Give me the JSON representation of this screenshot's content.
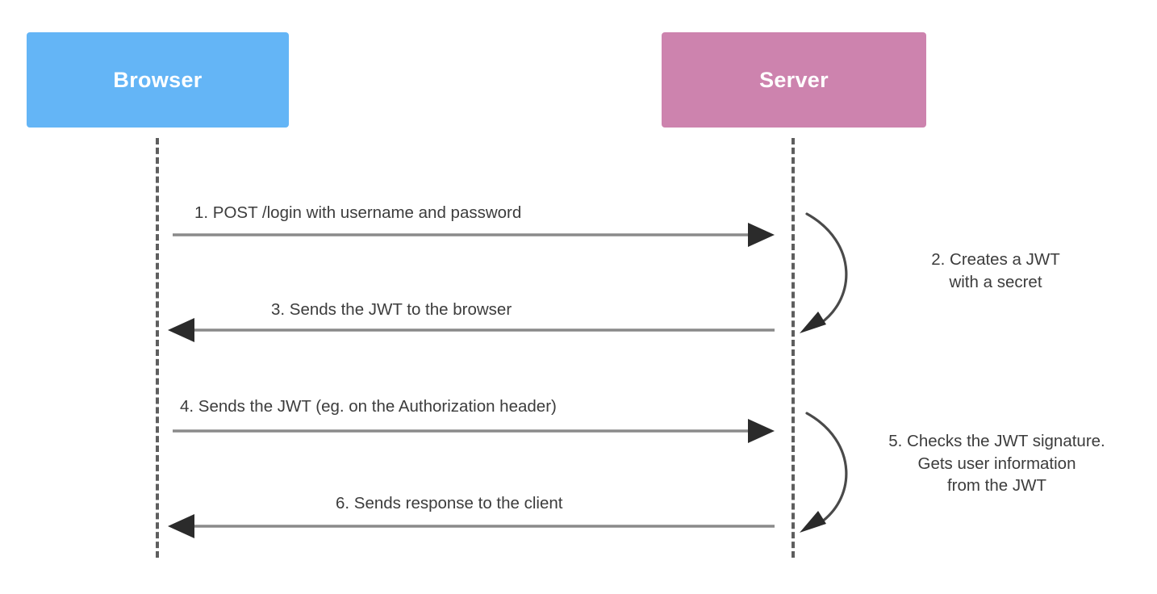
{
  "diagram": {
    "type": "sequence-diagram",
    "title": "JWT authentication flow between Browser and Server",
    "participants": [
      {
        "id": "browser",
        "label": "Browser",
        "color": "#64b5f6"
      },
      {
        "id": "server",
        "label": "Server",
        "color": "#cd83ae"
      }
    ],
    "messages": [
      {
        "number": "1",
        "label": "1. POST /login with username and password",
        "from": "browser",
        "to": "server",
        "direction": "right"
      },
      {
        "number": "3",
        "label": "3. Sends the JWT to the browser",
        "from": "server",
        "to": "browser",
        "direction": "left"
      },
      {
        "number": "4",
        "label": "4. Sends the JWT (eg. on the Authorization header)",
        "from": "browser",
        "to": "server",
        "direction": "right"
      },
      {
        "number": "6",
        "label": "6. Sends response to the client",
        "from": "server",
        "to": "browser",
        "direction": "left"
      }
    ],
    "self_notes": [
      {
        "number": "2",
        "actor": "server",
        "lines": [
          "2. Creates a JWT",
          "with a secret"
        ],
        "text": "2. Creates a JWT with a secret"
      },
      {
        "number": "5",
        "actor": "server",
        "lines": [
          "5. Checks the JWT signature.",
          "Gets user information",
          "from the JWT"
        ],
        "text": "5. Checks the JWT signature. Gets user information from the JWT"
      }
    ],
    "colors": {
      "browser_box": "#64b5f6",
      "server_box": "#cd83ae",
      "lifeline": "#5e5e5e",
      "arrow_line": "#8a8a8a",
      "arrow_head": "#2b2b2b",
      "text": "#3c3c3c",
      "background": "#ffffff"
    }
  },
  "note_2": {
    "line1": "2. Creates a JWT",
    "line2": "with a secret"
  },
  "note_5": {
    "line1": "5. Checks the JWT signature.",
    "line2": "Gets user information",
    "line3": "from the JWT"
  }
}
